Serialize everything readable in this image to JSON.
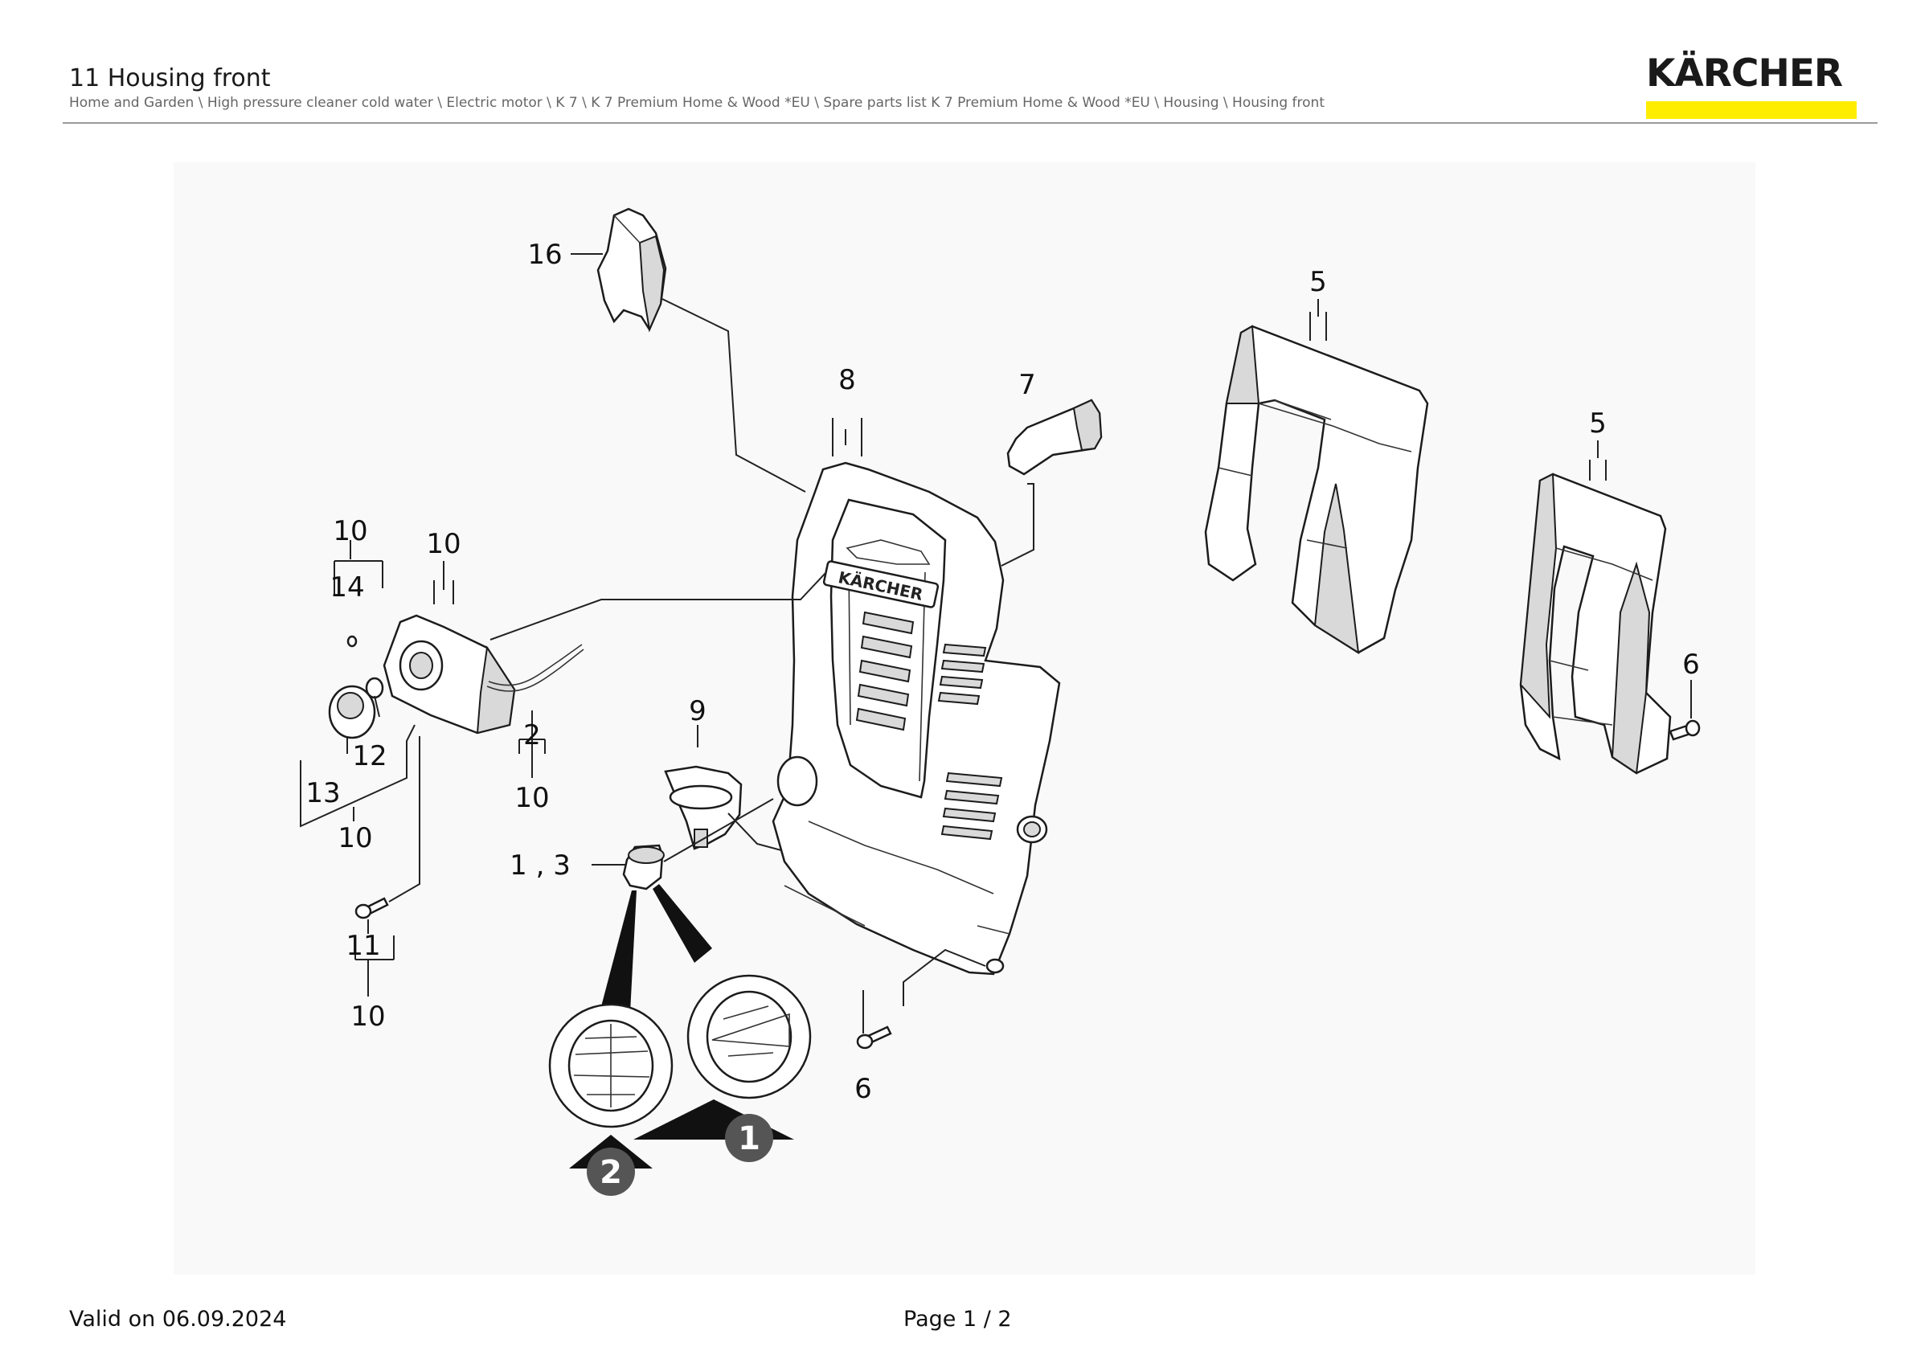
{
  "header": {
    "title": "11 Housing front",
    "breadcrumb": "Home and Garden \\ High pressure cleaner cold water \\ Electric motor \\ K 7 \\ K 7 Premium Home & Wood *EU \\ Spare parts list K 7 Premium Home & Wood *EU \\ Housing \\ Housing front",
    "brand": "KÄRCHER",
    "brand_color": "#ffed00"
  },
  "diagram": {
    "callouts": {
      "c16": "16",
      "c8": "8",
      "c7": "7",
      "c5a": "5",
      "c5b": "5",
      "c6a": "6",
      "c6b": "6",
      "c10a": "10",
      "c14": "14",
      "c10b": "10",
      "c9": "9",
      "c13": "13",
      "c12": "12",
      "c2": "2",
      "c10c": "10",
      "c10d": "10",
      "c13b": "1 , 3",
      "c11": "11",
      "c10e": "10"
    },
    "view_markers": [
      "1",
      "2"
    ],
    "stamp": "KÄRCHER"
  },
  "footer": {
    "valid": "Valid on 06.09.2024",
    "page": "Page 1 / 2"
  }
}
